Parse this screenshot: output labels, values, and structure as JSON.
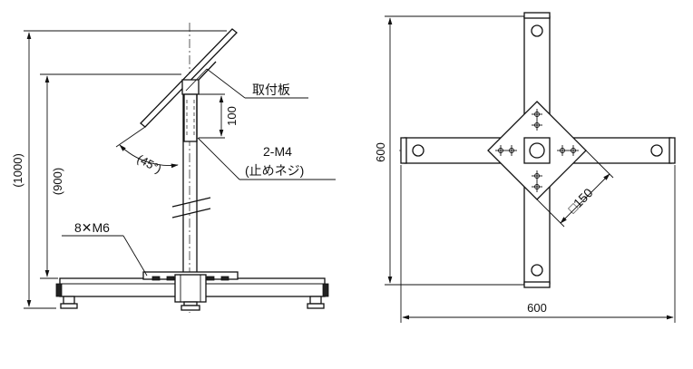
{
  "side_view": {
    "label_plate": "取付板",
    "dim_100": "100",
    "angle": "(45°)",
    "bolt_spec": "2-M4",
    "bolt_note": "(止めネジ)",
    "dim_1000": "(1000)",
    "dim_900": "(900)",
    "base_bolts": "8✕M6"
  },
  "plan_view": {
    "dim_height": "600",
    "dim_width": "600",
    "plate_size": "□150"
  }
}
